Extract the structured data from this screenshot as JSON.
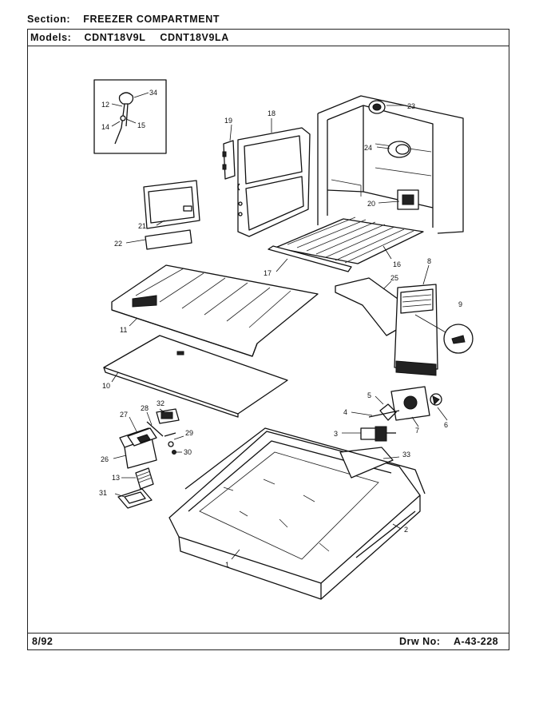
{
  "header": {
    "section_label": "Section:",
    "section_value": "FREEZER COMPARTMENT",
    "models_label": "Models:",
    "model_1": "CDNT18V9L",
    "model_2": "CDNT18V9LA"
  },
  "footer": {
    "date": "8/92",
    "drawing_label": "Drw No:",
    "drawing_number": "A-43-228"
  },
  "callouts": {
    "c1": "1",
    "c2": "2",
    "c3": "3",
    "c4": "4",
    "c5": "5",
    "c6": "6",
    "c7": "7",
    "c8": "8",
    "c9": "9",
    "c10": "10",
    "c11": "11",
    "c12": "12",
    "c13": "13",
    "c14": "14",
    "c15": "15",
    "c16": "16",
    "c17": "17",
    "c18": "18",
    "c19": "19",
    "c20": "20",
    "c21": "21",
    "c22": "22",
    "c23": "23",
    "c24": "24",
    "c25": "25",
    "c26": "26",
    "c27": "27",
    "c28": "28",
    "c29": "29",
    "c30": "30",
    "c31": "31",
    "c32": "32",
    "c33": "33",
    "c34": "34"
  }
}
